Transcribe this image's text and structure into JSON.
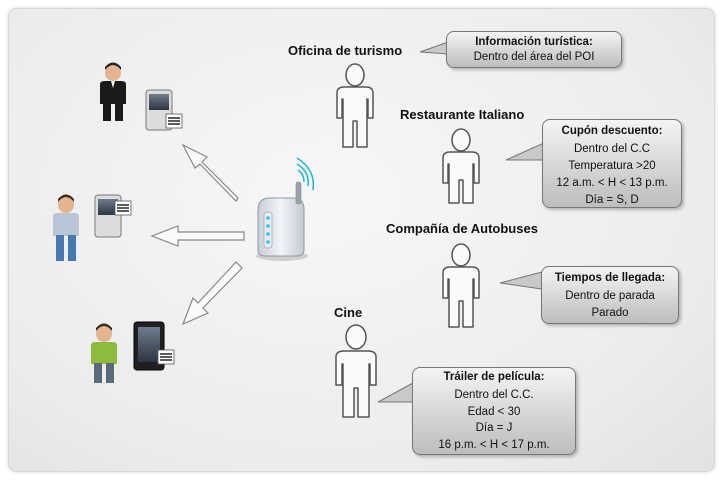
{
  "places": {
    "tourism": {
      "name": "Oficina de turismo",
      "title": "Información turística:",
      "lines": [
        "Dentro del área del POI"
      ]
    },
    "restaurant": {
      "name": "Restaurante Italiano",
      "title": "Cupón descuento:",
      "lines": [
        "Dentro del C.C",
        "Temperatura >20",
        "12 a.m. < H < 13 p.m.",
        "Día = S, D"
      ]
    },
    "bus": {
      "name": "Compañía de Autobuses",
      "title": "Tiempos de llegada:",
      "lines": [
        "Dentro de parada",
        "Parado"
      ]
    },
    "cinema": {
      "name": "Cine",
      "title": "Tráiler de película:",
      "lines": [
        "Dentro del C.C.",
        "Edad < 30",
        "Día = J",
        "16 p.m. < H < 17 p.m."
      ]
    }
  },
  "icons": [
    "person-outline-icon",
    "router-icon",
    "phone-icon",
    "user-figure-icon",
    "arrow-icon"
  ],
  "colors": {
    "user_black": "#1a1a1a",
    "user_blue_shirt": "#b9c6d6",
    "user_green_shirt": "#8dbb3c",
    "router": "#d9dee4"
  }
}
